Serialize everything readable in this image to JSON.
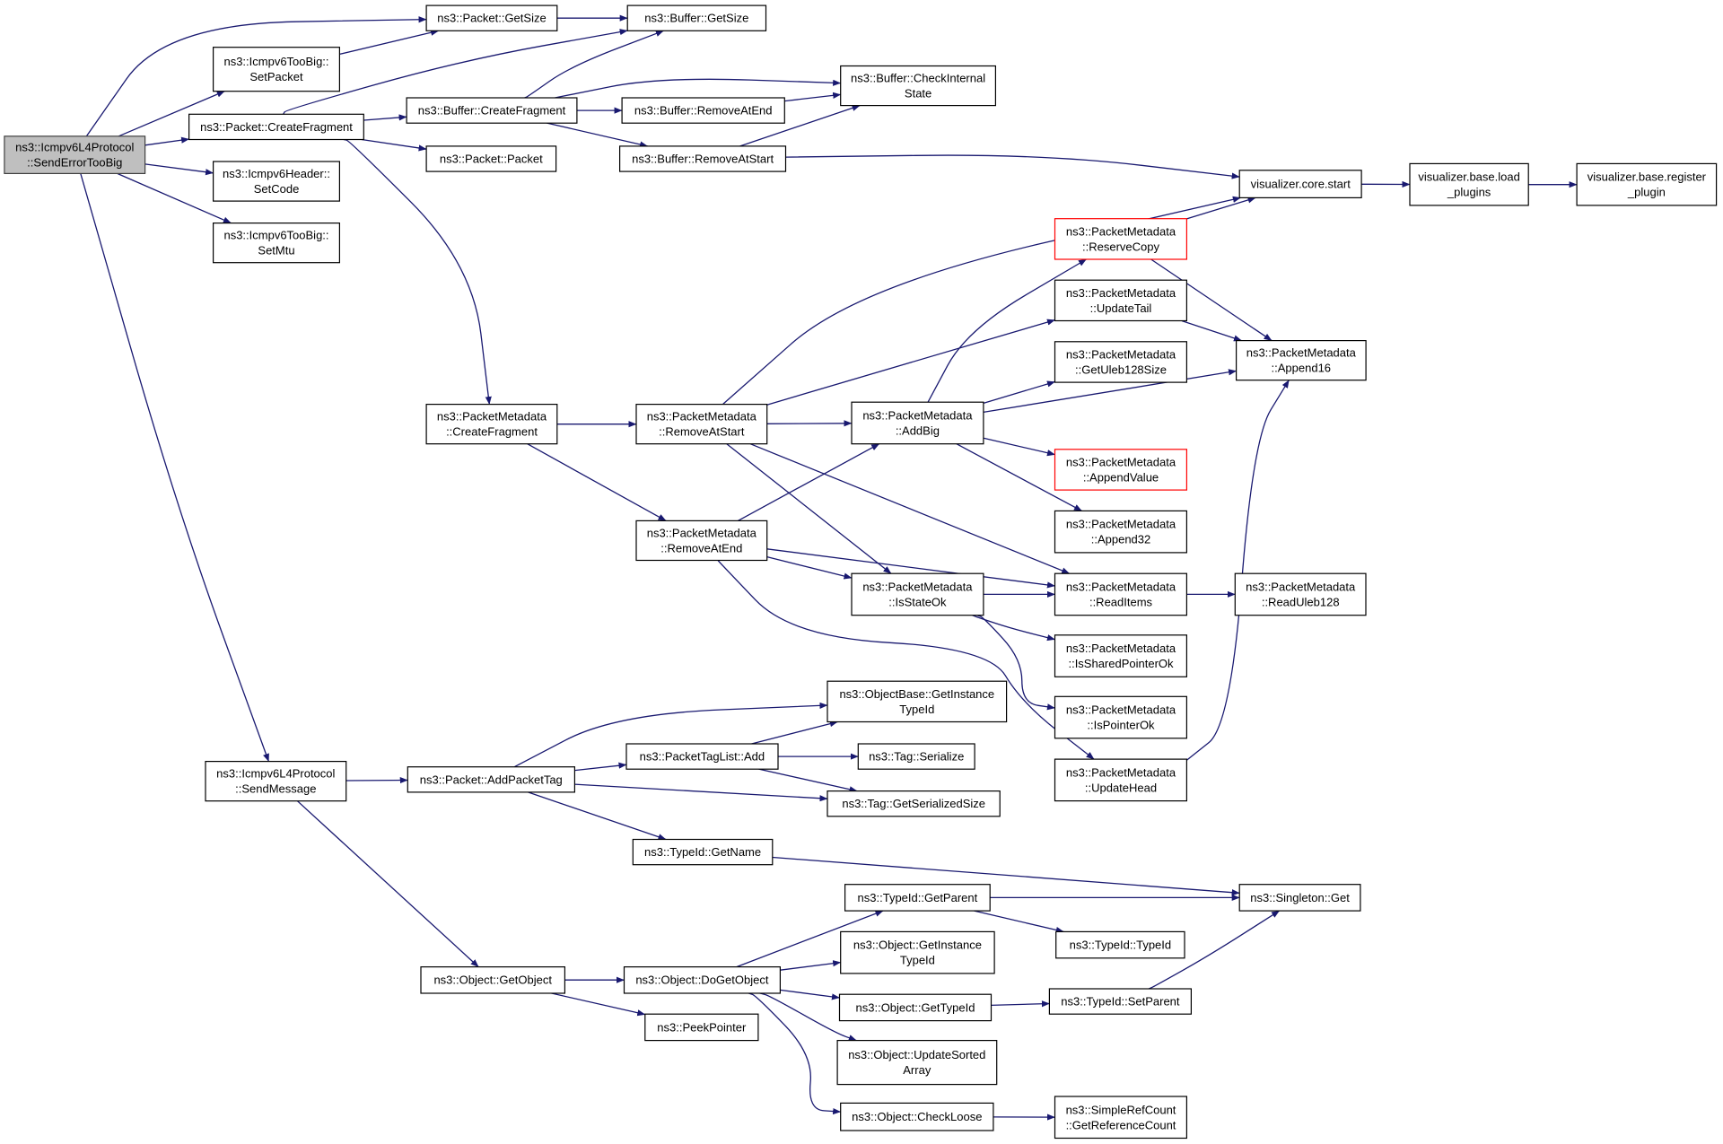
{
  "graph": {
    "root": "root",
    "nodes": [
      {
        "id": "root",
        "lines": [
          "ns3::Icmpv6L4Protocol",
          "::SendErrorTooBig"
        ],
        "style": "root"
      },
      {
        "id": "pkt_getsize",
        "lines": [
          "ns3::Packet::GetSize"
        ]
      },
      {
        "id": "tb_setpacket",
        "lines": [
          "ns3::Icmpv6TooBig::",
          "SetPacket"
        ]
      },
      {
        "id": "pkt_createfrag",
        "lines": [
          "ns3::Packet::CreateFragment"
        ]
      },
      {
        "id": "hdr_setcode",
        "lines": [
          "ns3::Icmpv6Header::",
          "SetCode"
        ]
      },
      {
        "id": "tb_setmtu",
        "lines": [
          "ns3::Icmpv6TooBig::",
          "SetMtu"
        ]
      },
      {
        "id": "l4_sendmsg",
        "lines": [
          "ns3::Icmpv6L4Protocol",
          "::SendMessage"
        ]
      },
      {
        "id": "buf_getsize",
        "lines": [
          "ns3::Buffer::GetSize"
        ]
      },
      {
        "id": "buf_createfrag",
        "lines": [
          "ns3::Buffer::CreateFragment"
        ]
      },
      {
        "id": "pkt_packet",
        "lines": [
          "ns3::Packet::Packet"
        ]
      },
      {
        "id": "buf_checkinternal",
        "lines": [
          "ns3::Buffer::CheckInternal",
          "State"
        ]
      },
      {
        "id": "buf_removeend",
        "lines": [
          "ns3::Buffer::RemoveAtEnd"
        ]
      },
      {
        "id": "buf_removestart",
        "lines": [
          "ns3::Buffer::RemoveAtStart"
        ]
      },
      {
        "id": "viz_start",
        "lines": [
          "visualizer.core.start"
        ]
      },
      {
        "id": "viz_loadplugins",
        "lines": [
          "visualizer.base.load",
          "_plugins"
        ]
      },
      {
        "id": "viz_register",
        "lines": [
          "visualizer.base.register",
          "_plugin"
        ]
      },
      {
        "id": "pm_createfrag",
        "lines": [
          "ns3::PacketMetadata",
          "::CreateFragment"
        ]
      },
      {
        "id": "pm_removestart",
        "lines": [
          "ns3::PacketMetadata",
          "::RemoveAtStart"
        ]
      },
      {
        "id": "pm_removeend",
        "lines": [
          "ns3::PacketMetadata",
          "::RemoveAtEnd"
        ]
      },
      {
        "id": "pm_reservecopy",
        "lines": [
          "ns3::PacketMetadata",
          "::ReserveCopy"
        ],
        "style": "trunc"
      },
      {
        "id": "pm_updatetail",
        "lines": [
          "ns3::PacketMetadata",
          "::UpdateTail"
        ]
      },
      {
        "id": "pm_append16",
        "lines": [
          "ns3::PacketMetadata",
          "::Append16"
        ]
      },
      {
        "id": "pm_getuleb",
        "lines": [
          "ns3::PacketMetadata",
          "::GetUleb128Size"
        ]
      },
      {
        "id": "pm_addbig",
        "lines": [
          "ns3::PacketMetadata",
          "::AddBig"
        ]
      },
      {
        "id": "pm_appendvalue",
        "lines": [
          "ns3::PacketMetadata",
          "::AppendValue"
        ],
        "style": "trunc"
      },
      {
        "id": "pm_append32",
        "lines": [
          "ns3::PacketMetadata",
          "::Append32"
        ]
      },
      {
        "id": "pm_isstateok",
        "lines": [
          "ns3::PacketMetadata",
          "::IsStateOk"
        ]
      },
      {
        "id": "pm_readitems",
        "lines": [
          "ns3::PacketMetadata",
          "::ReadItems"
        ]
      },
      {
        "id": "pm_readuleb",
        "lines": [
          "ns3::PacketMetadata",
          "::ReadUleb128"
        ]
      },
      {
        "id": "pm_issharedptr",
        "lines": [
          "ns3::PacketMetadata",
          "::IsSharedPointerOk"
        ]
      },
      {
        "id": "pm_isptrok",
        "lines": [
          "ns3::PacketMetadata",
          "::IsPointerOk"
        ]
      },
      {
        "id": "pm_updatehead",
        "lines": [
          "ns3::PacketMetadata",
          "::UpdateHead"
        ]
      },
      {
        "id": "pkt_addtag",
        "lines": [
          "ns3::Packet::AddPacketTag"
        ]
      },
      {
        "id": "ob_getinstance",
        "lines": [
          "ns3::ObjectBase::GetInstance",
          "TypeId"
        ]
      },
      {
        "id": "ptl_add",
        "lines": [
          "ns3::PacketTagList::Add"
        ]
      },
      {
        "id": "tag_serialize",
        "lines": [
          "ns3::Tag::Serialize"
        ]
      },
      {
        "id": "tag_getsersize",
        "lines": [
          "ns3::Tag::GetSerializedSize"
        ]
      },
      {
        "id": "tid_getname",
        "lines": [
          "ns3::TypeId::GetName"
        ]
      },
      {
        "id": "singleton_get",
        "lines": [
          "ns3::Singleton::Get"
        ]
      },
      {
        "id": "tid_getparent",
        "lines": [
          "ns3::TypeId::GetParent"
        ]
      },
      {
        "id": "tid_typeid",
        "lines": [
          "ns3::TypeId::TypeId"
        ]
      },
      {
        "id": "obj_getinstance",
        "lines": [
          "ns3::Object::GetInstance",
          "TypeId"
        ]
      },
      {
        "id": "obj_getobject",
        "lines": [
          "ns3::Object::GetObject"
        ]
      },
      {
        "id": "obj_dogetobject",
        "lines": [
          "ns3::Object::DoGetObject"
        ]
      },
      {
        "id": "obj_gettypeid",
        "lines": [
          "ns3::Object::GetTypeId"
        ]
      },
      {
        "id": "tid_setparent",
        "lines": [
          "ns3::TypeId::SetParent"
        ]
      },
      {
        "id": "peekpointer",
        "lines": [
          "ns3::PeekPointer"
        ]
      },
      {
        "id": "obj_updatesorted",
        "lines": [
          "ns3::Object::UpdateSorted",
          "Array"
        ]
      },
      {
        "id": "obj_checkloose",
        "lines": [
          "ns3::Object::CheckLoose"
        ]
      },
      {
        "id": "src_getrefcount",
        "lines": [
          "ns3::SimpleRefCount",
          "::GetReferenceCount"
        ]
      }
    ],
    "edges": [
      [
        "root",
        "pkt_getsize"
      ],
      [
        "root",
        "tb_setpacket"
      ],
      [
        "root",
        "pkt_createfrag"
      ],
      [
        "root",
        "hdr_setcode"
      ],
      [
        "root",
        "tb_setmtu"
      ],
      [
        "root",
        "l4_sendmsg"
      ],
      [
        "pkt_getsize",
        "buf_getsize"
      ],
      [
        "tb_setpacket",
        "pkt_getsize"
      ],
      [
        "pkt_createfrag",
        "buf_getsize"
      ],
      [
        "pkt_createfrag",
        "buf_createfrag"
      ],
      [
        "pkt_createfrag",
        "pkt_packet"
      ],
      [
        "pkt_createfrag",
        "pm_createfrag"
      ],
      [
        "buf_createfrag",
        "buf_getsize"
      ],
      [
        "buf_createfrag",
        "buf_checkinternal"
      ],
      [
        "buf_createfrag",
        "buf_removeend"
      ],
      [
        "buf_createfrag",
        "buf_removestart"
      ],
      [
        "buf_removeend",
        "buf_checkinternal"
      ],
      [
        "buf_removestart",
        "buf_checkinternal"
      ],
      [
        "buf_removestart",
        "viz_start"
      ],
      [
        "viz_start",
        "viz_loadplugins"
      ],
      [
        "viz_loadplugins",
        "viz_register"
      ],
      [
        "pm_createfrag",
        "pm_removestart"
      ],
      [
        "pm_createfrag",
        "pm_removeend"
      ],
      [
        "pm_removestart",
        "viz_start"
      ],
      [
        "pm_removestart",
        "pm_updatetail"
      ],
      [
        "pm_removestart",
        "pm_addbig"
      ],
      [
        "pm_removestart",
        "pm_isstateok"
      ],
      [
        "pm_removestart",
        "pm_readitems"
      ],
      [
        "pm_removeend",
        "pm_addbig"
      ],
      [
        "pm_removeend",
        "pm_isstateok"
      ],
      [
        "pm_removeend",
        "pm_readitems"
      ],
      [
        "pm_removeend",
        "pm_updatehead"
      ],
      [
        "pm_reservecopy",
        "viz_start"
      ],
      [
        "pm_reservecopy",
        "pm_append16"
      ],
      [
        "pm_updatetail",
        "pm_append16"
      ],
      [
        "pm_addbig",
        "pm_reservecopy"
      ],
      [
        "pm_addbig",
        "pm_getuleb"
      ],
      [
        "pm_addbig",
        "pm_append16"
      ],
      [
        "pm_addbig",
        "pm_appendvalue"
      ],
      [
        "pm_addbig",
        "pm_append32"
      ],
      [
        "pm_isstateok",
        "pm_readitems"
      ],
      [
        "pm_isstateok",
        "pm_issharedptr"
      ],
      [
        "pm_isstateok",
        "pm_isptrok"
      ],
      [
        "pm_readitems",
        "pm_readuleb"
      ],
      [
        "pm_updatehead",
        "pm_append16"
      ],
      [
        "l4_sendmsg",
        "pkt_addtag"
      ],
      [
        "l4_sendmsg",
        "obj_getobject"
      ],
      [
        "pkt_addtag",
        "ob_getinstance"
      ],
      [
        "pkt_addtag",
        "ptl_add"
      ],
      [
        "pkt_addtag",
        "tag_getsersize"
      ],
      [
        "pkt_addtag",
        "tid_getname"
      ],
      [
        "ptl_add",
        "ob_getinstance"
      ],
      [
        "ptl_add",
        "tag_serialize"
      ],
      [
        "ptl_add",
        "tag_getsersize"
      ],
      [
        "tid_getname",
        "singleton_get"
      ],
      [
        "obj_getobject",
        "obj_dogetobject"
      ],
      [
        "obj_getobject",
        "peekpointer"
      ],
      [
        "obj_dogetobject",
        "tid_getparent"
      ],
      [
        "obj_dogetobject",
        "obj_getinstance"
      ],
      [
        "obj_dogetobject",
        "obj_gettypeid"
      ],
      [
        "obj_dogetobject",
        "obj_updatesorted"
      ],
      [
        "obj_dogetobject",
        "obj_checkloose"
      ],
      [
        "tid_getparent",
        "singleton_get"
      ],
      [
        "tid_getparent",
        "tid_typeid"
      ],
      [
        "obj_gettypeid",
        "tid_setparent"
      ],
      [
        "tid_setparent",
        "singleton_get"
      ],
      [
        "obj_checkloose",
        "src_getrefcount"
      ]
    ],
    "colors": {
      "edge": "#191970",
      "node_border": "#000000",
      "root_fill": "#bfbfbf",
      "truncated_border": "#ff0000"
    }
  }
}
